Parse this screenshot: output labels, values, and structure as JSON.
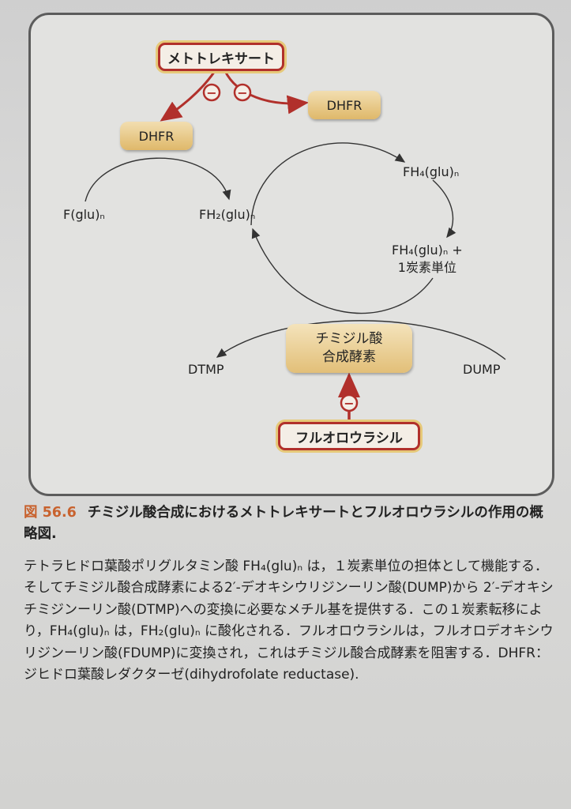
{
  "diagram": {
    "methotrexate": "メトトレキサート",
    "dhfr_left": "DHFR",
    "dhfr_right": "DHFR",
    "inhibit_symbol": "−",
    "f_glu_n": "F(glu)ₙ",
    "fh2_glu_n": "FH₂(glu)ₙ",
    "fh4_glu_n": "FH₄(glu)ₙ",
    "fh4_carbon_line1": "FH₄(glu)ₙ +",
    "fh4_carbon_line2": "1炭素単位",
    "ts_line1": "チミジル酸",
    "ts_line2": "合成酵素",
    "dtmp": "DTMP",
    "dump": "DUMP",
    "fluorouracil": "フルオロウラシル"
  },
  "caption": {
    "fig_number": "図 56.6",
    "title": "チミジル酸合成におけるメトトレキサートとフルオロウラシルの作用の概略図."
  },
  "body": {
    "text": "テトラヒドロ葉酸ポリグルタミン酸 FH₄(glu)ₙ は，１炭素単位の担体として機能する．そしてチミジル酸合成酵素による2′-デオキシウリジンーリン酸(DUMP)から 2′-デオキシチミジンーリン酸(DTMP)への変換に必要なメチル基を提供する．この１炭素転移により，FH₄(glu)ₙ は，FH₂(glu)ₙ に酸化される．フルオロウラシルは，フルオロデオキシウリジンーリン酸(FDUMP)に変換され，これはチミジル酸合成酵素を阻害する．DHFR：ジヒドロ葉酸レダクターゼ(dihydrofolate reductase)."
  },
  "colors": {
    "drug_border": "#b1302b",
    "inhibit_red": "#c0392b",
    "enzyme_fill": "#e6c37a",
    "figure_number": "#c8622e"
  }
}
